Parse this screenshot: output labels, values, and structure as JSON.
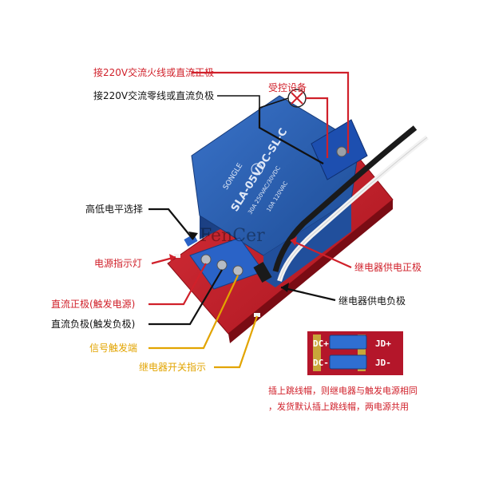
{
  "labels": {
    "live_or_dc_pos": "接220V交流火线或直流正极",
    "neutral_or_dc_neg": "接220V交流零线或直流负极",
    "controlled_device": "受控设备",
    "level_select": "高低电平选择",
    "power_led": "电源指示灯",
    "dc_pos_trigger": "直流正极(触发电源)",
    "dc_neg_trigger": "直流负极(触发负极)",
    "signal_trigger": "信号触发端",
    "relay_led": "继电器开关指示",
    "relay_supply_pos": "继电器供电正极",
    "relay_supply_neg": "继电器供电负极"
  },
  "relay": {
    "brand": "SONGLE",
    "model": "SLA-05VDC-SL-C",
    "rating_1": "30A 250VAC/30VDC",
    "rating_2": "10A 120VAC"
  },
  "inset": {
    "dc_plus": "DC+",
    "dc_minus": "DC-",
    "jd_plus": "JD+",
    "jd_minus": "JD-"
  },
  "note": {
    "line1": "插上跳线帽，则继电器与触发电源相同",
    "line2": "，发货默认插上跳线帽，两电源共用"
  },
  "watermark": "FenCer",
  "colors": {
    "red_label": "#d0202a",
    "gold_label": "#e2a400",
    "relay_blue": "#2456a8",
    "pcb_red": "#c8202c"
  }
}
